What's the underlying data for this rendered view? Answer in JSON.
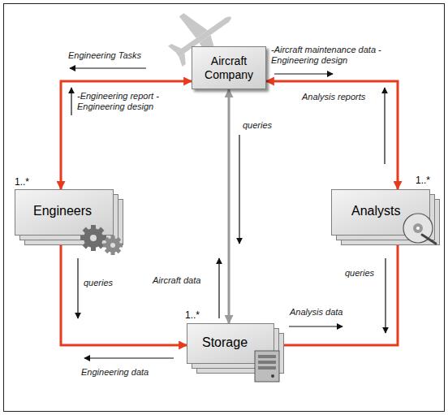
{
  "diagram": {
    "nodes": [
      {
        "text": [
          "Aircraft Company"
        ]
      },
      {
        "text": [
          "Engineers"
        ]
      },
      {
        "text": [
          "Analysts"
        ]
      },
      {
        "text": [
          "Storage"
        ]
      }
    ],
    "edges": [
      {
        "from": 0,
        "to": 1,
        "arrow": "both"
      },
      {
        "from": 0,
        "to": 2,
        "arrow": "both"
      },
      {
        "from": 0,
        "to": 3,
        "arrow": "both"
      },
      {
        "from": 1,
        "to": 3,
        "arrow": "both"
      },
      {
        "from": 2,
        "to": 3,
        "arrow": "both"
      }
    ],
    "labels": [
      "Engineering Tasks",
      "-Engineering report -Engineering design",
      "-Aircraft maintenance data -Engineering design",
      "Analysis reports",
      "queries",
      "Aircraft data",
      "queries",
      "Engineering data",
      "queries",
      "Analysis data",
      "1..*",
      "1..*",
      "1..*"
    ]
  }
}
